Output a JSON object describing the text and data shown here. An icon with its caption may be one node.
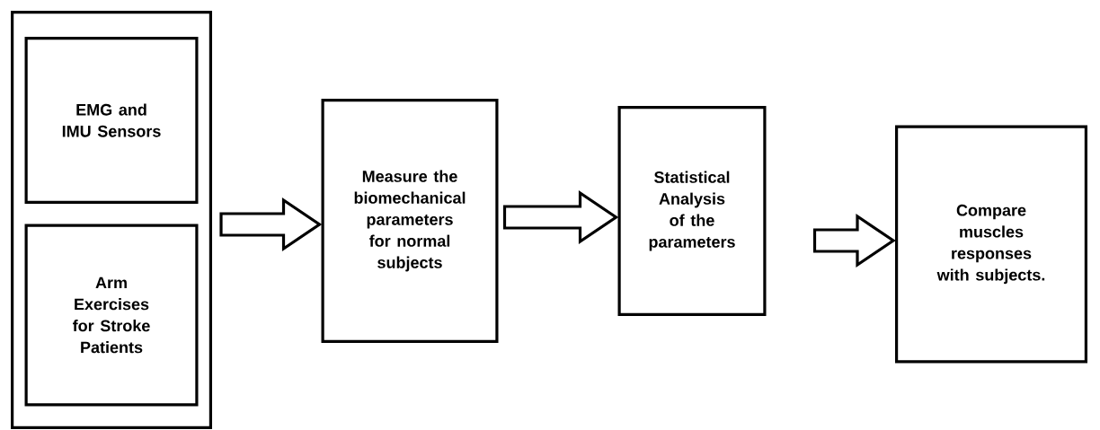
{
  "diagram": {
    "nodes": [
      {
        "text": [],
        "shape": "box"
      },
      {
        "text": [
          "EMG and IMU Sensors"
        ],
        "in": 0
      },
      {
        "text": [
          "Arm Exercises for Stroke Patients"
        ],
        "in": 0
      },
      {
        "text": [
          "Measure the biomechanical parameters for normal subjects"
        ]
      },
      {
        "text": [
          "Statistical Analysis of the parameters"
        ]
      },
      {
        "text": [
          "Compare muscles responses with subjects."
        ]
      }
    ],
    "edges": [
      {
        "from": 0,
        "to": 3,
        "arrow": "to"
      },
      {
        "from": 3,
        "to": 4,
        "arrow": "to"
      },
      {
        "from": 4,
        "to": 5,
        "arrow": "to"
      }
    ]
  }
}
